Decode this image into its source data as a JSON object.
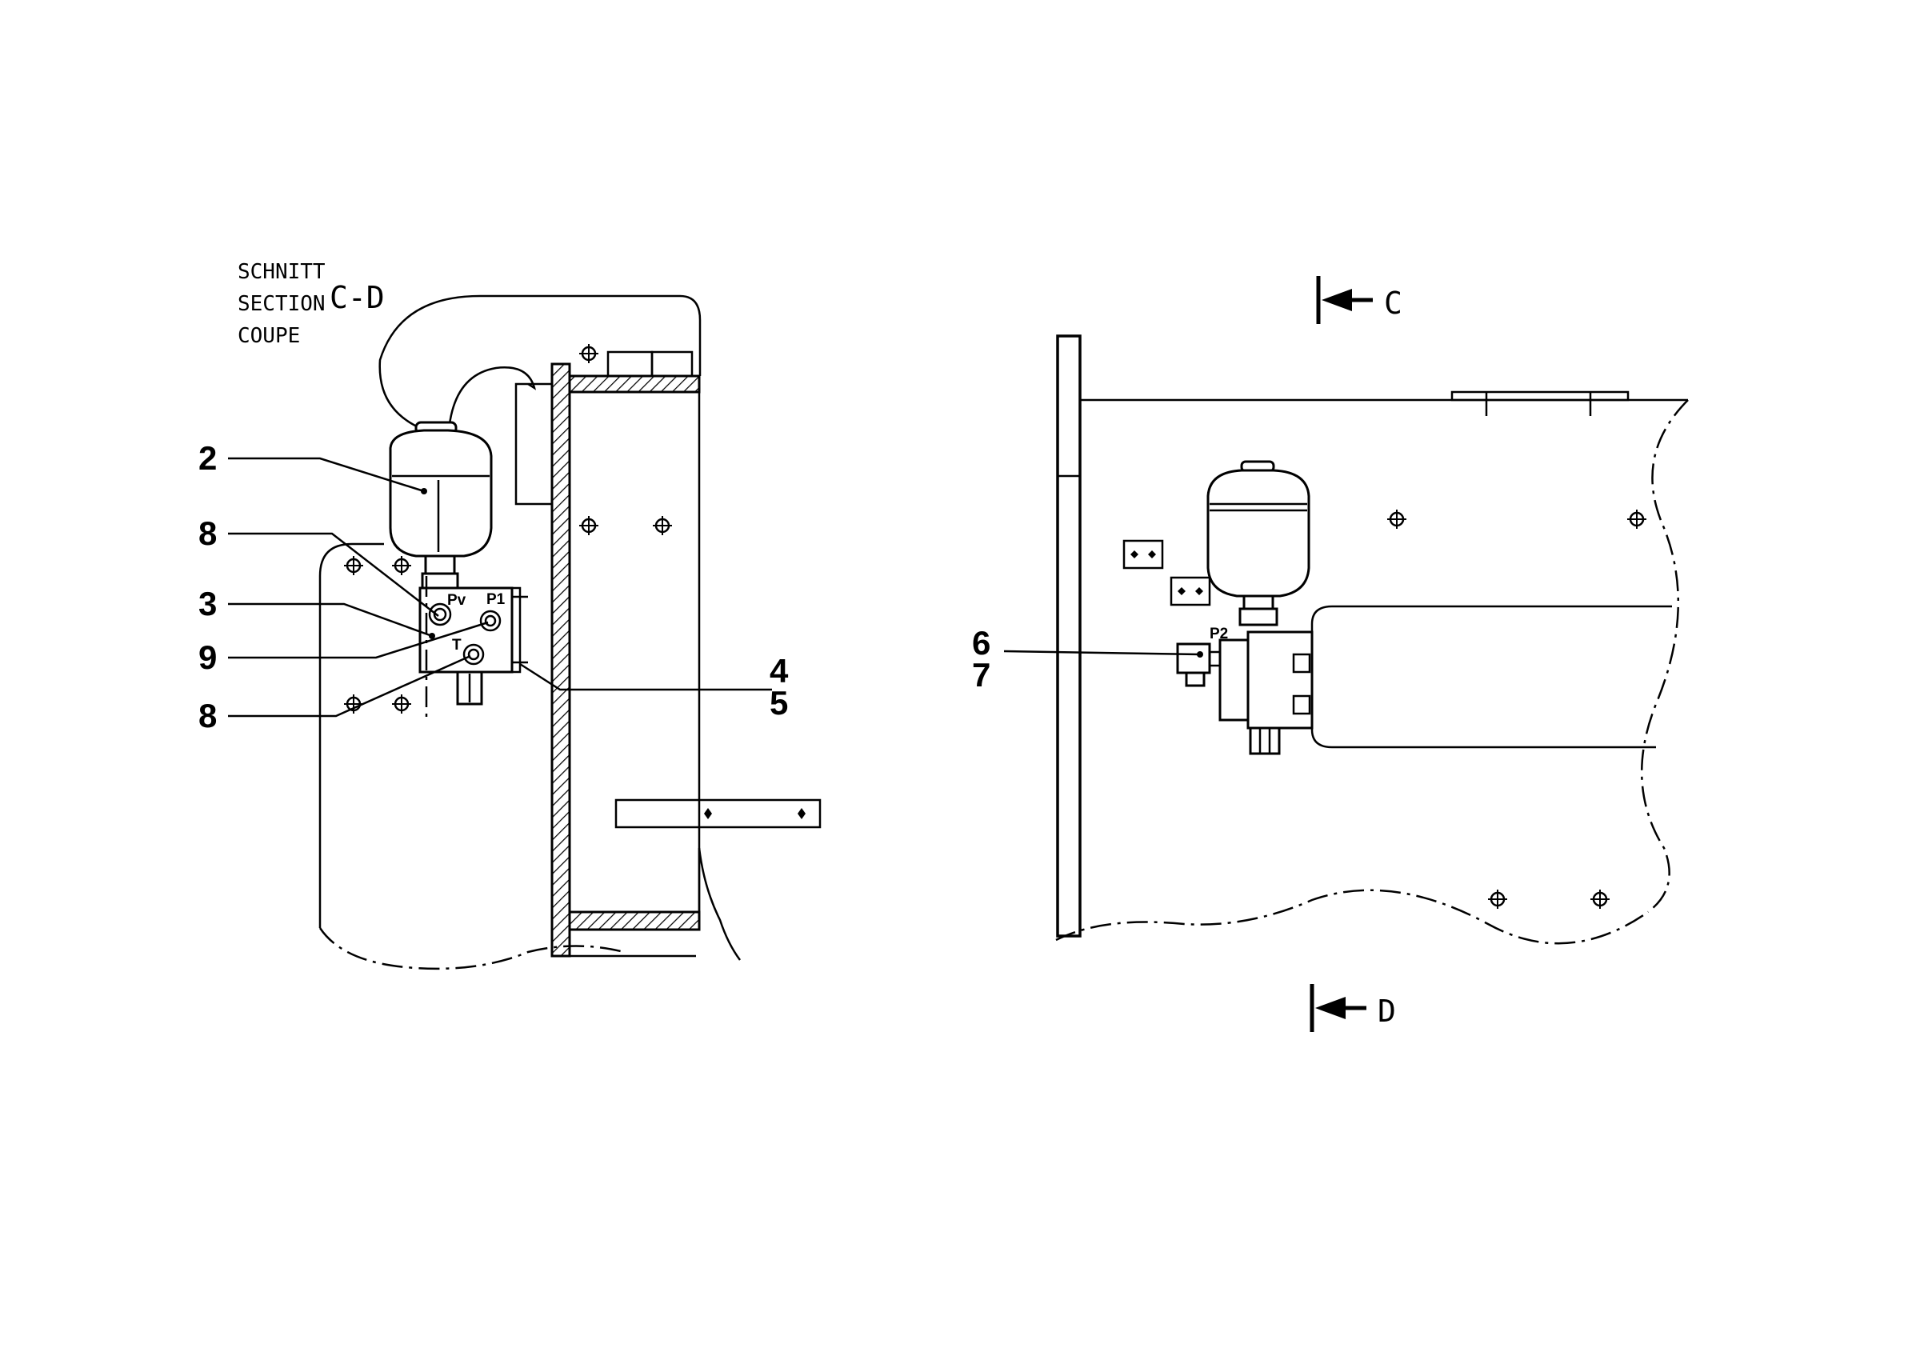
{
  "section": {
    "line1": "SCHNITT",
    "line2": "SECTION",
    "line3": "COUPE",
    "id": "C-D"
  },
  "callouts_left": [
    "2",
    "8",
    "3",
    "9",
    "8",
    "4",
    "5"
  ],
  "callouts_right": [
    "6",
    "7"
  ],
  "ports": {
    "pv": "Pv",
    "p1": "P1",
    "t": "T",
    "p2": "P2"
  },
  "views": {
    "top": "C",
    "bottom": "D"
  }
}
